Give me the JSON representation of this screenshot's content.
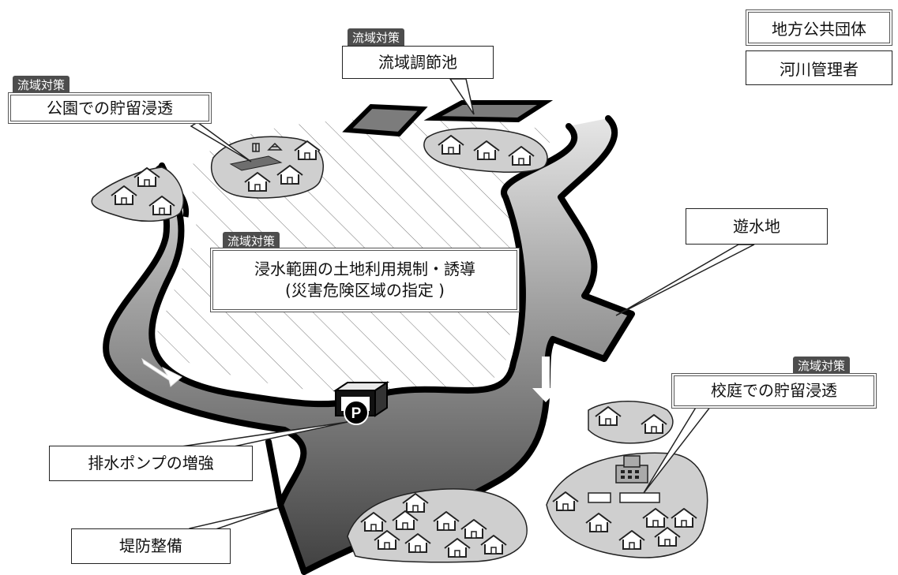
{
  "legend": {
    "local_gov": "地方公共団体",
    "river_admin": "河川管理者"
  },
  "tag": "流域対策",
  "labels": {
    "park_storage": "公園での貯留浸透",
    "basin_pond": "流域調節池",
    "land_use_line1": "浸水範囲の土地利用規制・誘導",
    "land_use_line2": "(災害危険区域の指定 )",
    "retarding_basin": "遊水地",
    "school_storage": "校庭での貯留浸透",
    "pump": "排水ポンプの増強",
    "levee": "堤防整備"
  },
  "icons": {
    "pump_letter": "P"
  }
}
